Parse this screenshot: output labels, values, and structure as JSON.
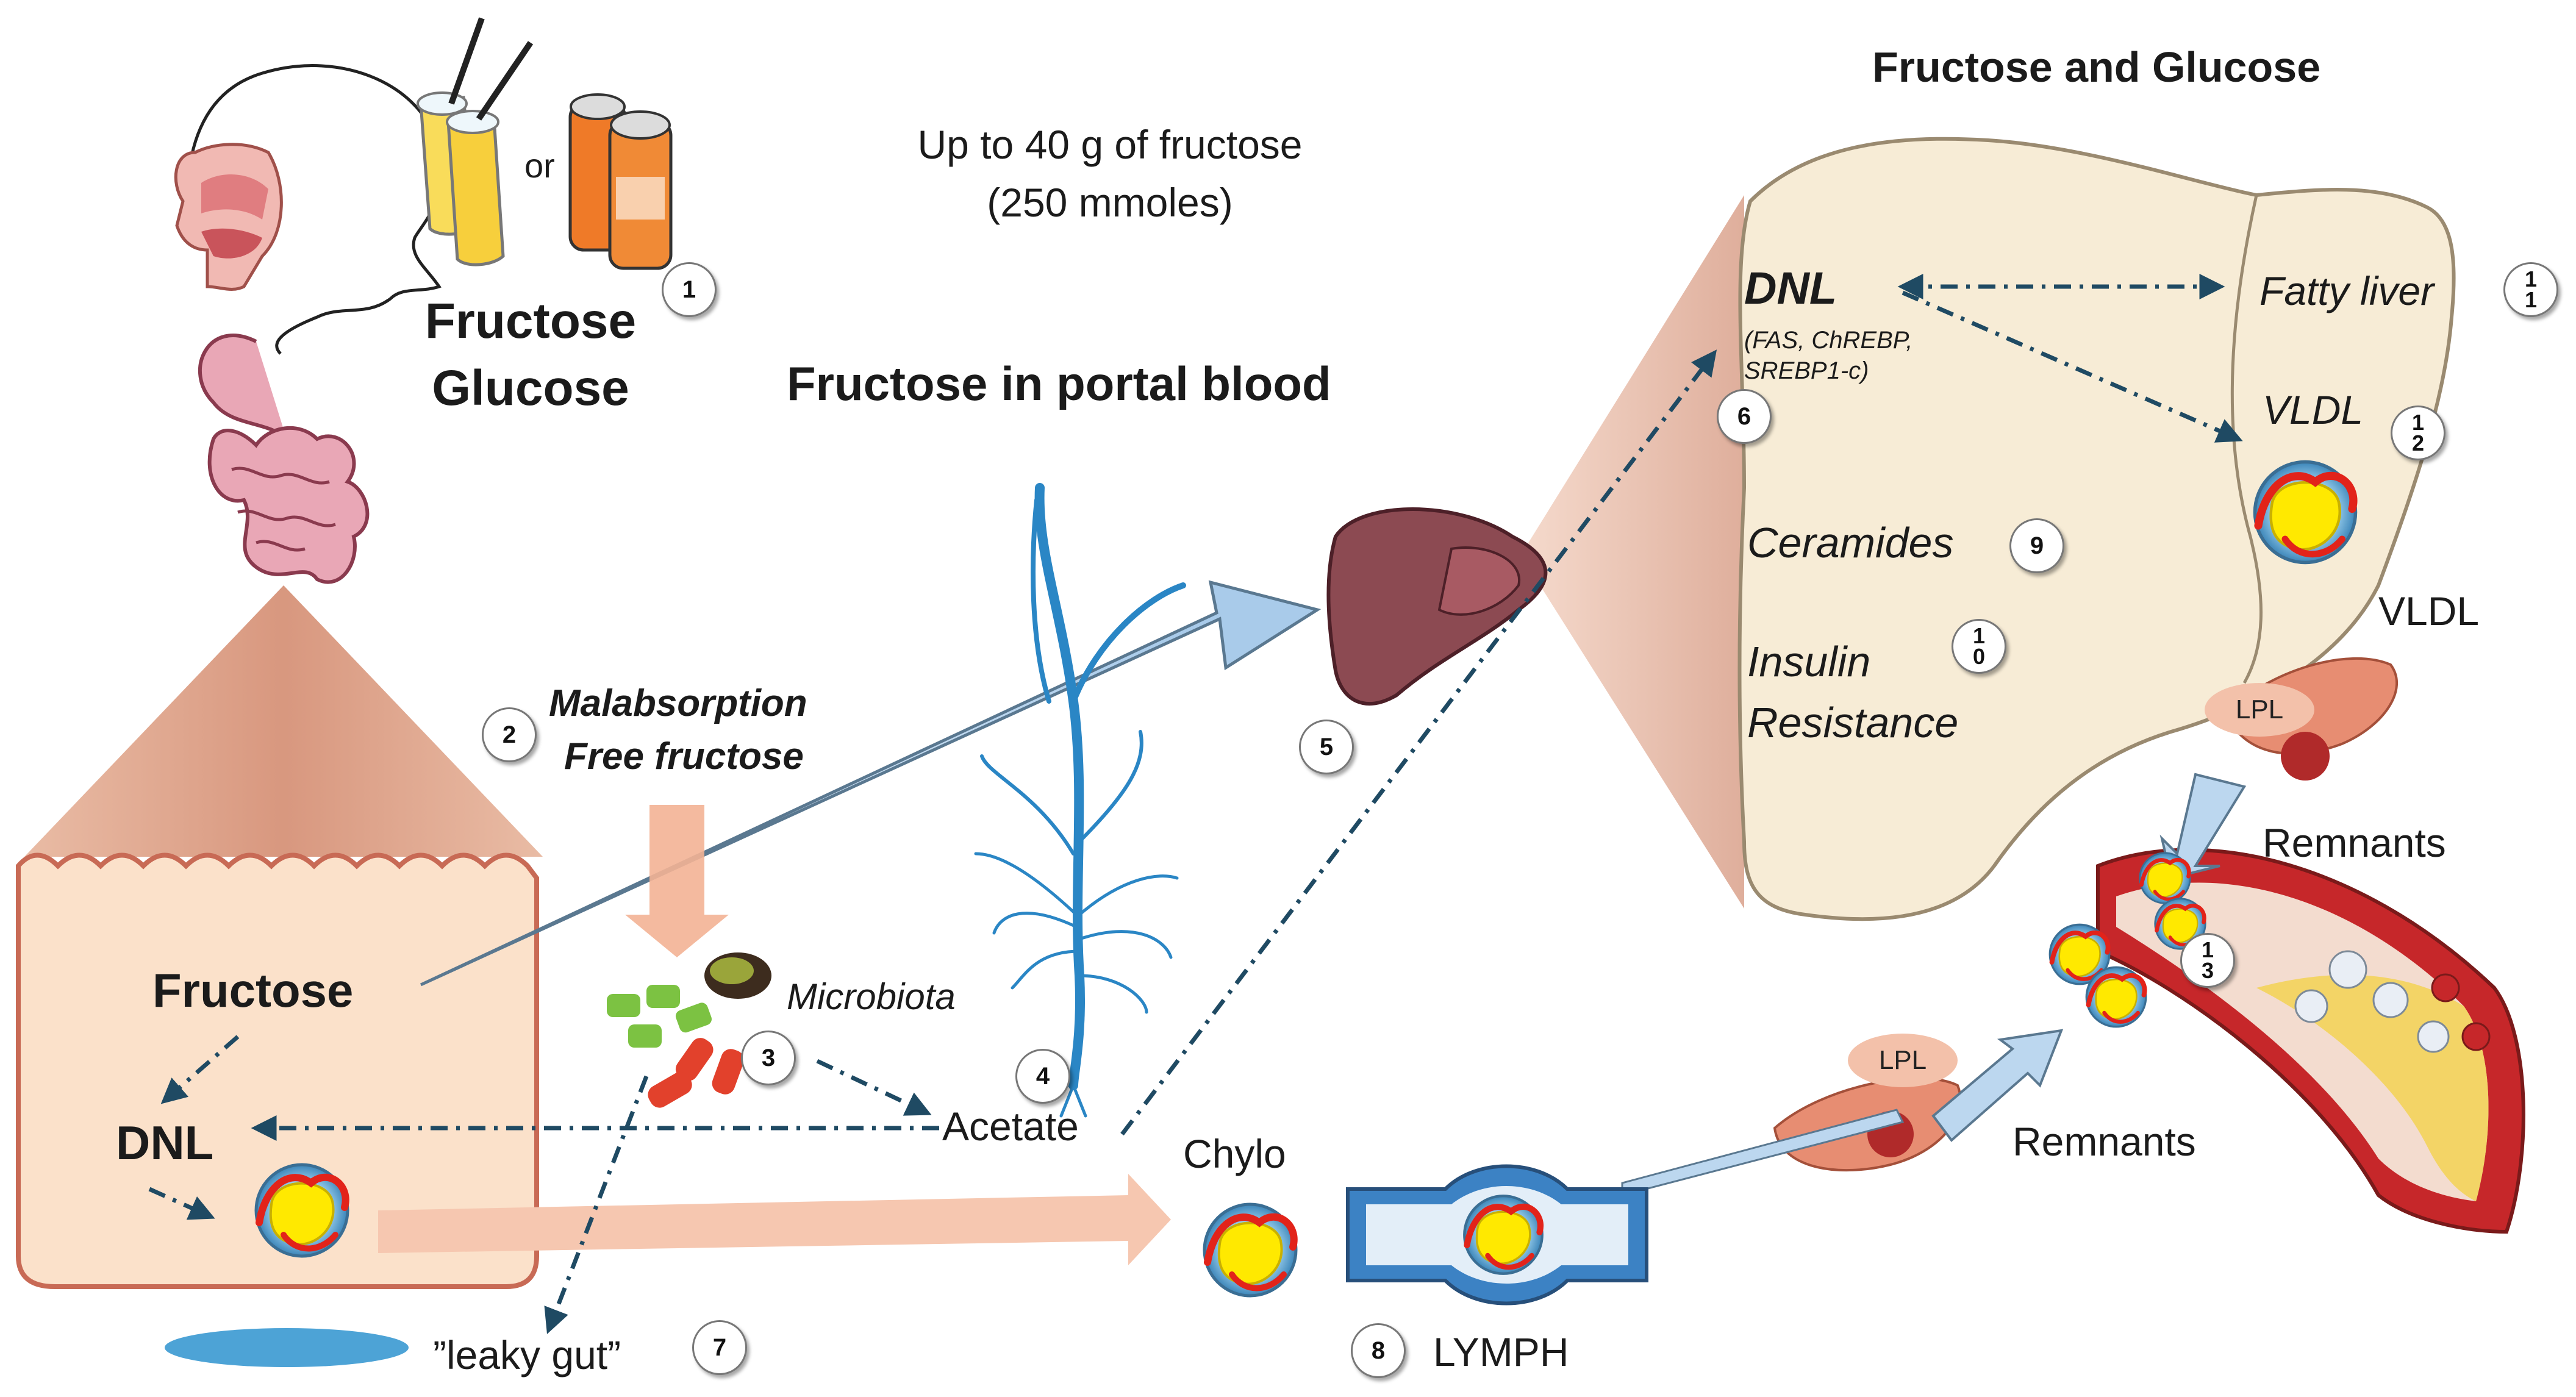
{
  "intake": {
    "or_label": "or",
    "fructose": "Fructose",
    "glucose": "Glucose",
    "amount_line1": "Up to 40 g of fructose",
    "amount_line2": "(250 mmoles)"
  },
  "portal": {
    "title": "Fructose in portal blood"
  },
  "enterocyte": {
    "fructose": "Fructose",
    "dnl": "DNL"
  },
  "malabsorption": {
    "line1": "Malabsorption",
    "line2": "Free fructose"
  },
  "microbiota": {
    "label": "Microbiota",
    "acetate": "Acetate"
  },
  "chylo": {
    "label": "Chylo",
    "lymph": "LYMPH",
    "lpl": "LPL",
    "remnants": "Remnants"
  },
  "leaky_gut": {
    "label": "”leaky gut”"
  },
  "liver": {
    "title": "Fructose and Glucose",
    "dnl": "DNL",
    "dnl_sub1": "(FAS, ChREBP,",
    "dnl_sub2": "SREBP1-c)",
    "fatty_liver": "Fatty liver",
    "vldl": "VLDL",
    "ceramides": "Ceramides",
    "insulin1": "Insulin",
    "insulin2": "Resistance"
  },
  "vessel": {
    "vldl": "VLDL",
    "lpl": "LPL",
    "remnants": "Remnants"
  },
  "steps": {
    "s1": "1",
    "s2": "2",
    "s3": "3",
    "s4": "4",
    "s5": "5",
    "s6": "6",
    "s7": "7",
    "s8": "8",
    "s9": "9",
    "s10_a": "1",
    "s10_b": "0",
    "s11_a": "1",
    "s11_b": "1",
    "s12_a": "1",
    "s12_b": "2",
    "s13_a": "1",
    "s13_b": "3"
  },
  "colors": {
    "arrow_dash": "#1f4a63",
    "portal_arrow": "#bcd7ef",
    "chylo_arrow": "#f6c7b0",
    "liver_fill": "#f7ecd6",
    "enterocyte_fill": "#fbe1ca",
    "vein_blue": "#2a86c5"
  },
  "icons": [
    "head-icon",
    "juice-glasses-icon",
    "soda-cans-icon",
    "intestine-icon",
    "enterocyte-icon",
    "bacteria-icon",
    "portal-vein-icon",
    "small-liver-icon",
    "chylomicron-icon",
    "lymph-vessel-icon",
    "artery-icon",
    "liver-magnified-icon"
  ]
}
